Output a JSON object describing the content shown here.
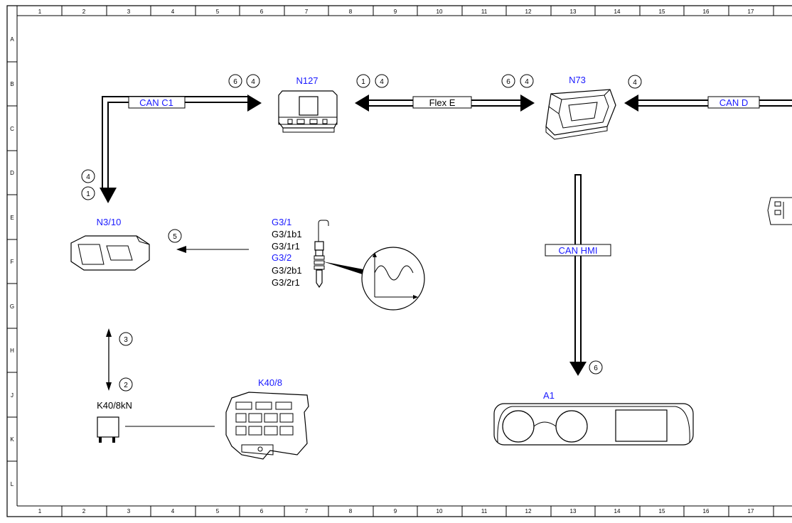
{
  "grid": {
    "columns": [
      "1",
      "2",
      "3",
      "4",
      "5",
      "6",
      "7",
      "8",
      "9",
      "10",
      "11",
      "12",
      "13",
      "14",
      "15",
      "16",
      "17"
    ],
    "rows": [
      "A",
      "B",
      "C",
      "D",
      "E",
      "F",
      "G",
      "H",
      "J",
      "K",
      "L"
    ]
  },
  "components": {
    "n127": "N127",
    "n73": "N73",
    "n3_10": "N3/10",
    "g3_1": "G3/1",
    "g3_1b1": "G3/1b1",
    "g3_1r1": "G3/1r1",
    "g3_2": "G3/2",
    "g3_2b1": "G3/2b1",
    "g3_2r1": "G3/2r1",
    "k40_8": "K40/8",
    "k40_8kn": "K40/8kN",
    "a1": "A1"
  },
  "buses": {
    "can_c1": "CAN C1",
    "flex_e": "Flex E",
    "can_d": "CAN D",
    "can_hmi": "CAN HMI"
  },
  "callouts": {
    "c1": "6",
    "c2": "4",
    "c3": "1",
    "c4": "4",
    "c5": "6",
    "c6": "4",
    "c7": "4",
    "c8": "4",
    "c9": "1",
    "c10": "5",
    "c11": "3",
    "c12": "2",
    "c13": "6"
  },
  "colors": {
    "component_label": "#1a1aff",
    "line": "#000000"
  }
}
